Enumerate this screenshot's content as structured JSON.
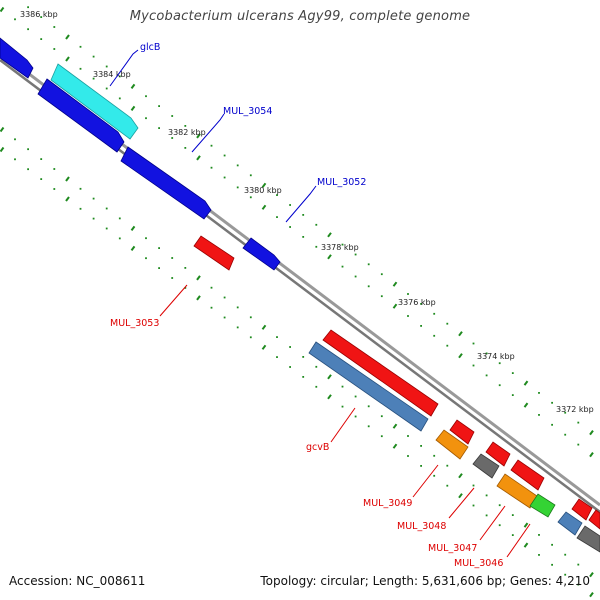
{
  "title": "Mycobacterium ulcerans Agy99, complete genome",
  "footer": {
    "accession": "Accession: NC_008611",
    "topology": "Topology: circular; Length: 5,631,606 bp; Genes: 4,210"
  },
  "colors": {
    "forward_gene": "#1010e0",
    "reverse_gene": "#f01010",
    "rna_gene": "#30f0f0",
    "hypothetical": "#707070",
    "steelblue_gene": "#4a7fb8",
    "orange_gene": "#f09010",
    "green_gene": "#30d030",
    "forward_label": "#0000cc",
    "reverse_label": "#dd0000",
    "scale_ticks": "#1f8a1f",
    "backbone": "#888888"
  },
  "scale_labels": [
    "3386 kbp",
    "3384 kbp",
    "3382 kbp",
    "3380 kbp",
    "3378 kbp",
    "3376 kbp",
    "3374 kbp",
    "3372 kbp"
  ],
  "forward_genes": {
    "labels": [
      "glcB",
      "MUL_3054",
      "MUL_3052"
    ]
  },
  "reverse_genes": {
    "labels": [
      "MUL_3053",
      "gcvB",
      "MUL_3049",
      "MUL_3048",
      "MUL_3047",
      "MUL_3046"
    ]
  }
}
